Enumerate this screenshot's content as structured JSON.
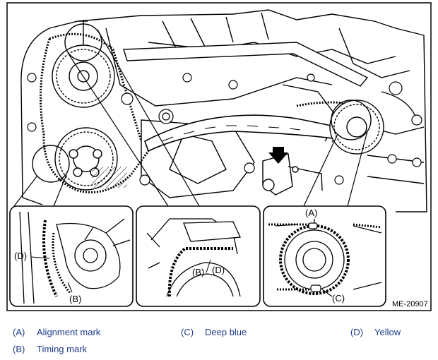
{
  "figure": {
    "id": "ME-20907",
    "callouts": {
      "a": "(A)",
      "b": "(B)",
      "c": "(C)",
      "d": "(D)"
    }
  },
  "legend": [
    {
      "letter": "(A)",
      "text": "Alignment mark"
    },
    {
      "letter": "(C)",
      "text": "Deep blue"
    },
    {
      "letter": "(D)",
      "text": "Yellow"
    },
    {
      "letter": "(B)",
      "text": "Timing mark"
    }
  ],
  "colors": {
    "legend_text": "#1f3a8a",
    "line": "#000000"
  }
}
